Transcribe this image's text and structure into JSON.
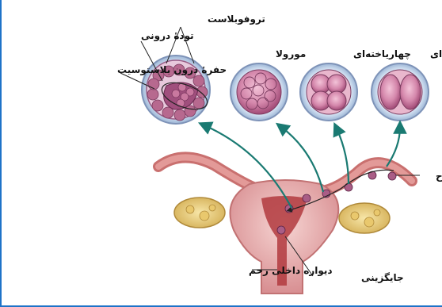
{
  "labels": {
    "trophoblast": "تروفوبلاست",
    "inner_cell_mass": "تودهٔ درونی",
    "blastocyst_cavity": "حفرهٔ درون بلاستوسیت",
    "morula": "مورولا",
    "four_cell": "چهارياخته‌ای",
    "two_cell": "دوياخته‌ای",
    "fertilization": "لقاح",
    "implantation": "جايگزينی",
    "endometrium": "ديواره داخلی رحم"
  },
  "colors": {
    "arrow": "#1a7a72",
    "cell_fill": "#c86b93",
    "uterus": "#e3a4a7",
    "frame": "#1e73c8"
  }
}
